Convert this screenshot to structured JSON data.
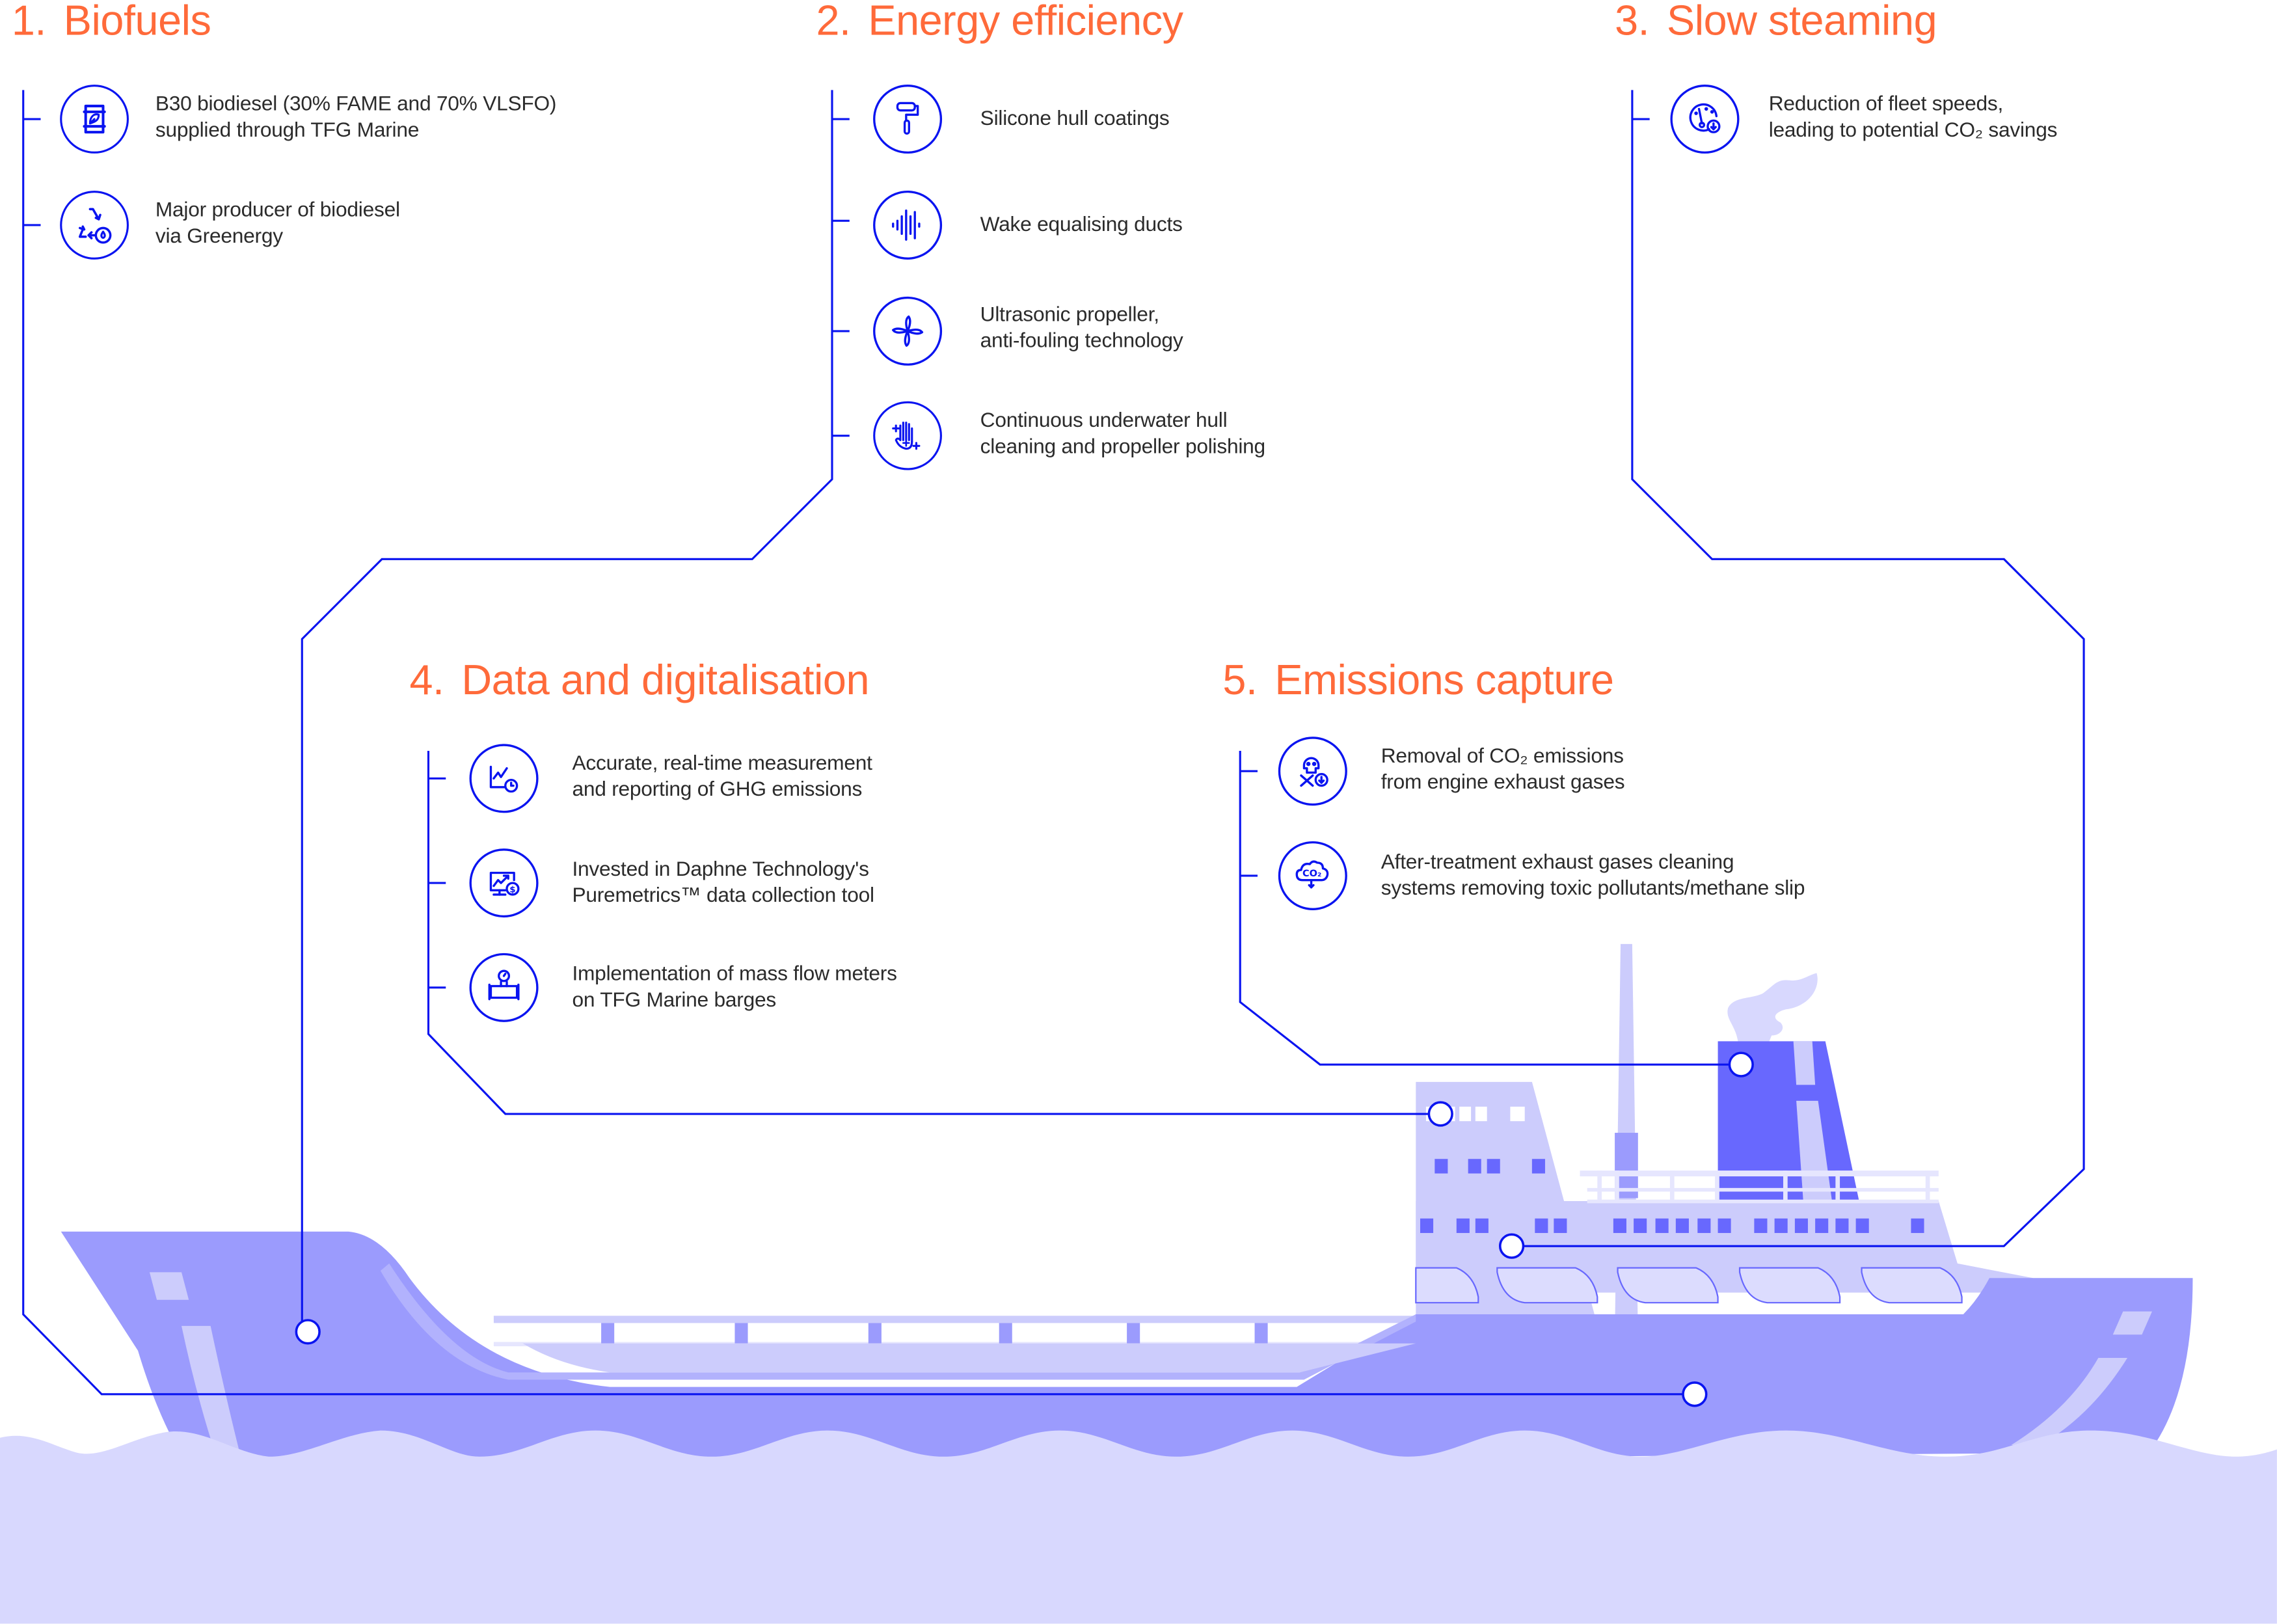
{
  "colors": {
    "heading": "#ff6a3a",
    "connector": "#0a14f0",
    "text": "#2b2b2b",
    "hull": "#9b9bfd",
    "hull_light": "#ccccfc",
    "funnel": "#6868fe",
    "water": "#d8d8fe"
  },
  "sections": [
    {
      "number": "1.",
      "title": "Biofuels",
      "items": [
        {
          "icon": "biofuel-barrel-icon",
          "lines": [
            "B30 biodiesel (30% FAME and 70% VLSFO)",
            "supplied through TFG Marine"
          ]
        },
        {
          "icon": "recycle-droplet-icon",
          "lines": [
            "Major producer of biodiesel",
            "via Greenergy"
          ]
        }
      ]
    },
    {
      "number": "2.",
      "title": "Energy efficiency",
      "items": [
        {
          "icon": "paint-roller-icon",
          "lines": [
            "Silicone hull coatings"
          ]
        },
        {
          "icon": "sound-wave-icon",
          "lines": [
            "Wake equalising ducts"
          ]
        },
        {
          "icon": "propeller-icon",
          "lines": [
            "Ultrasonic propeller,",
            "anti-fouling technology"
          ]
        },
        {
          "icon": "cleaning-hand-icon",
          "lines": [
            "Continuous underwater hull",
            "cleaning and propeller polishing"
          ]
        }
      ]
    },
    {
      "number": "3.",
      "title": "Slow steaming",
      "items": [
        {
          "icon": "speedometer-down-icon",
          "lines": [
            "Reduction of fleet speeds,",
            "leading to potential CO₂ savings"
          ]
        }
      ]
    },
    {
      "number": "4.",
      "title": "Data and digitalisation",
      "items": [
        {
          "icon": "chart-clock-icon",
          "lines": [
            "Accurate, real-time measurement",
            "and reporting of GHG emissions"
          ]
        },
        {
          "icon": "monitor-dollar-icon",
          "lines": [
            "Invested in Daphne Technology's",
            "Puremetrics™ data collection tool"
          ]
        },
        {
          "icon": "flow-meter-icon",
          "lines": [
            "Implementation of mass flow meters",
            "on TFG Marine barges"
          ]
        }
      ]
    },
    {
      "number": "5.",
      "title": "Emissions capture",
      "items": [
        {
          "icon": "toxic-removal-icon",
          "lines": [
            "Removal of CO₂ emissions",
            "from engine exhaust gases"
          ]
        },
        {
          "icon": "co2-cloud-icon",
          "lines": [
            "After-treatment exhaust gases cleaning",
            "systems removing toxic pollutants/methane slip"
          ]
        }
      ]
    }
  ]
}
